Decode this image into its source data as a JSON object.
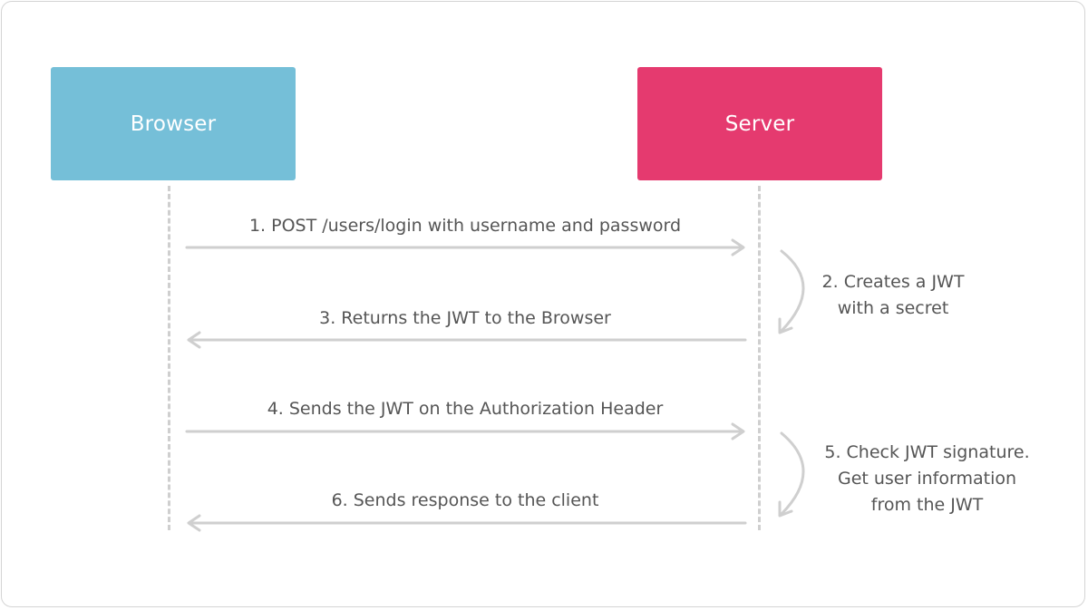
{
  "actors": {
    "browser": "Browser",
    "server": "Server"
  },
  "colors": {
    "browser": "#75bfd8",
    "server": "#e53a6f",
    "arrow": "#cfcfcf",
    "text": "#555555"
  },
  "messages": [
    {
      "label": "1. POST /users/login with username and password",
      "direction": "to-server"
    },
    {
      "label": "3. Returns the JWT to the Browser",
      "direction": "to-browser"
    },
    {
      "label": "4. Sends the JWT on the Authorization Header",
      "direction": "to-server"
    },
    {
      "label": "6. Sends response to the client",
      "direction": "to-browser"
    }
  ],
  "notes": [
    {
      "lines": [
        "2. Creates a JWT",
        "with a secret"
      ]
    },
    {
      "lines": [
        "5. Check JWT signature.",
        "Get user information",
        "from the JWT"
      ]
    }
  ]
}
